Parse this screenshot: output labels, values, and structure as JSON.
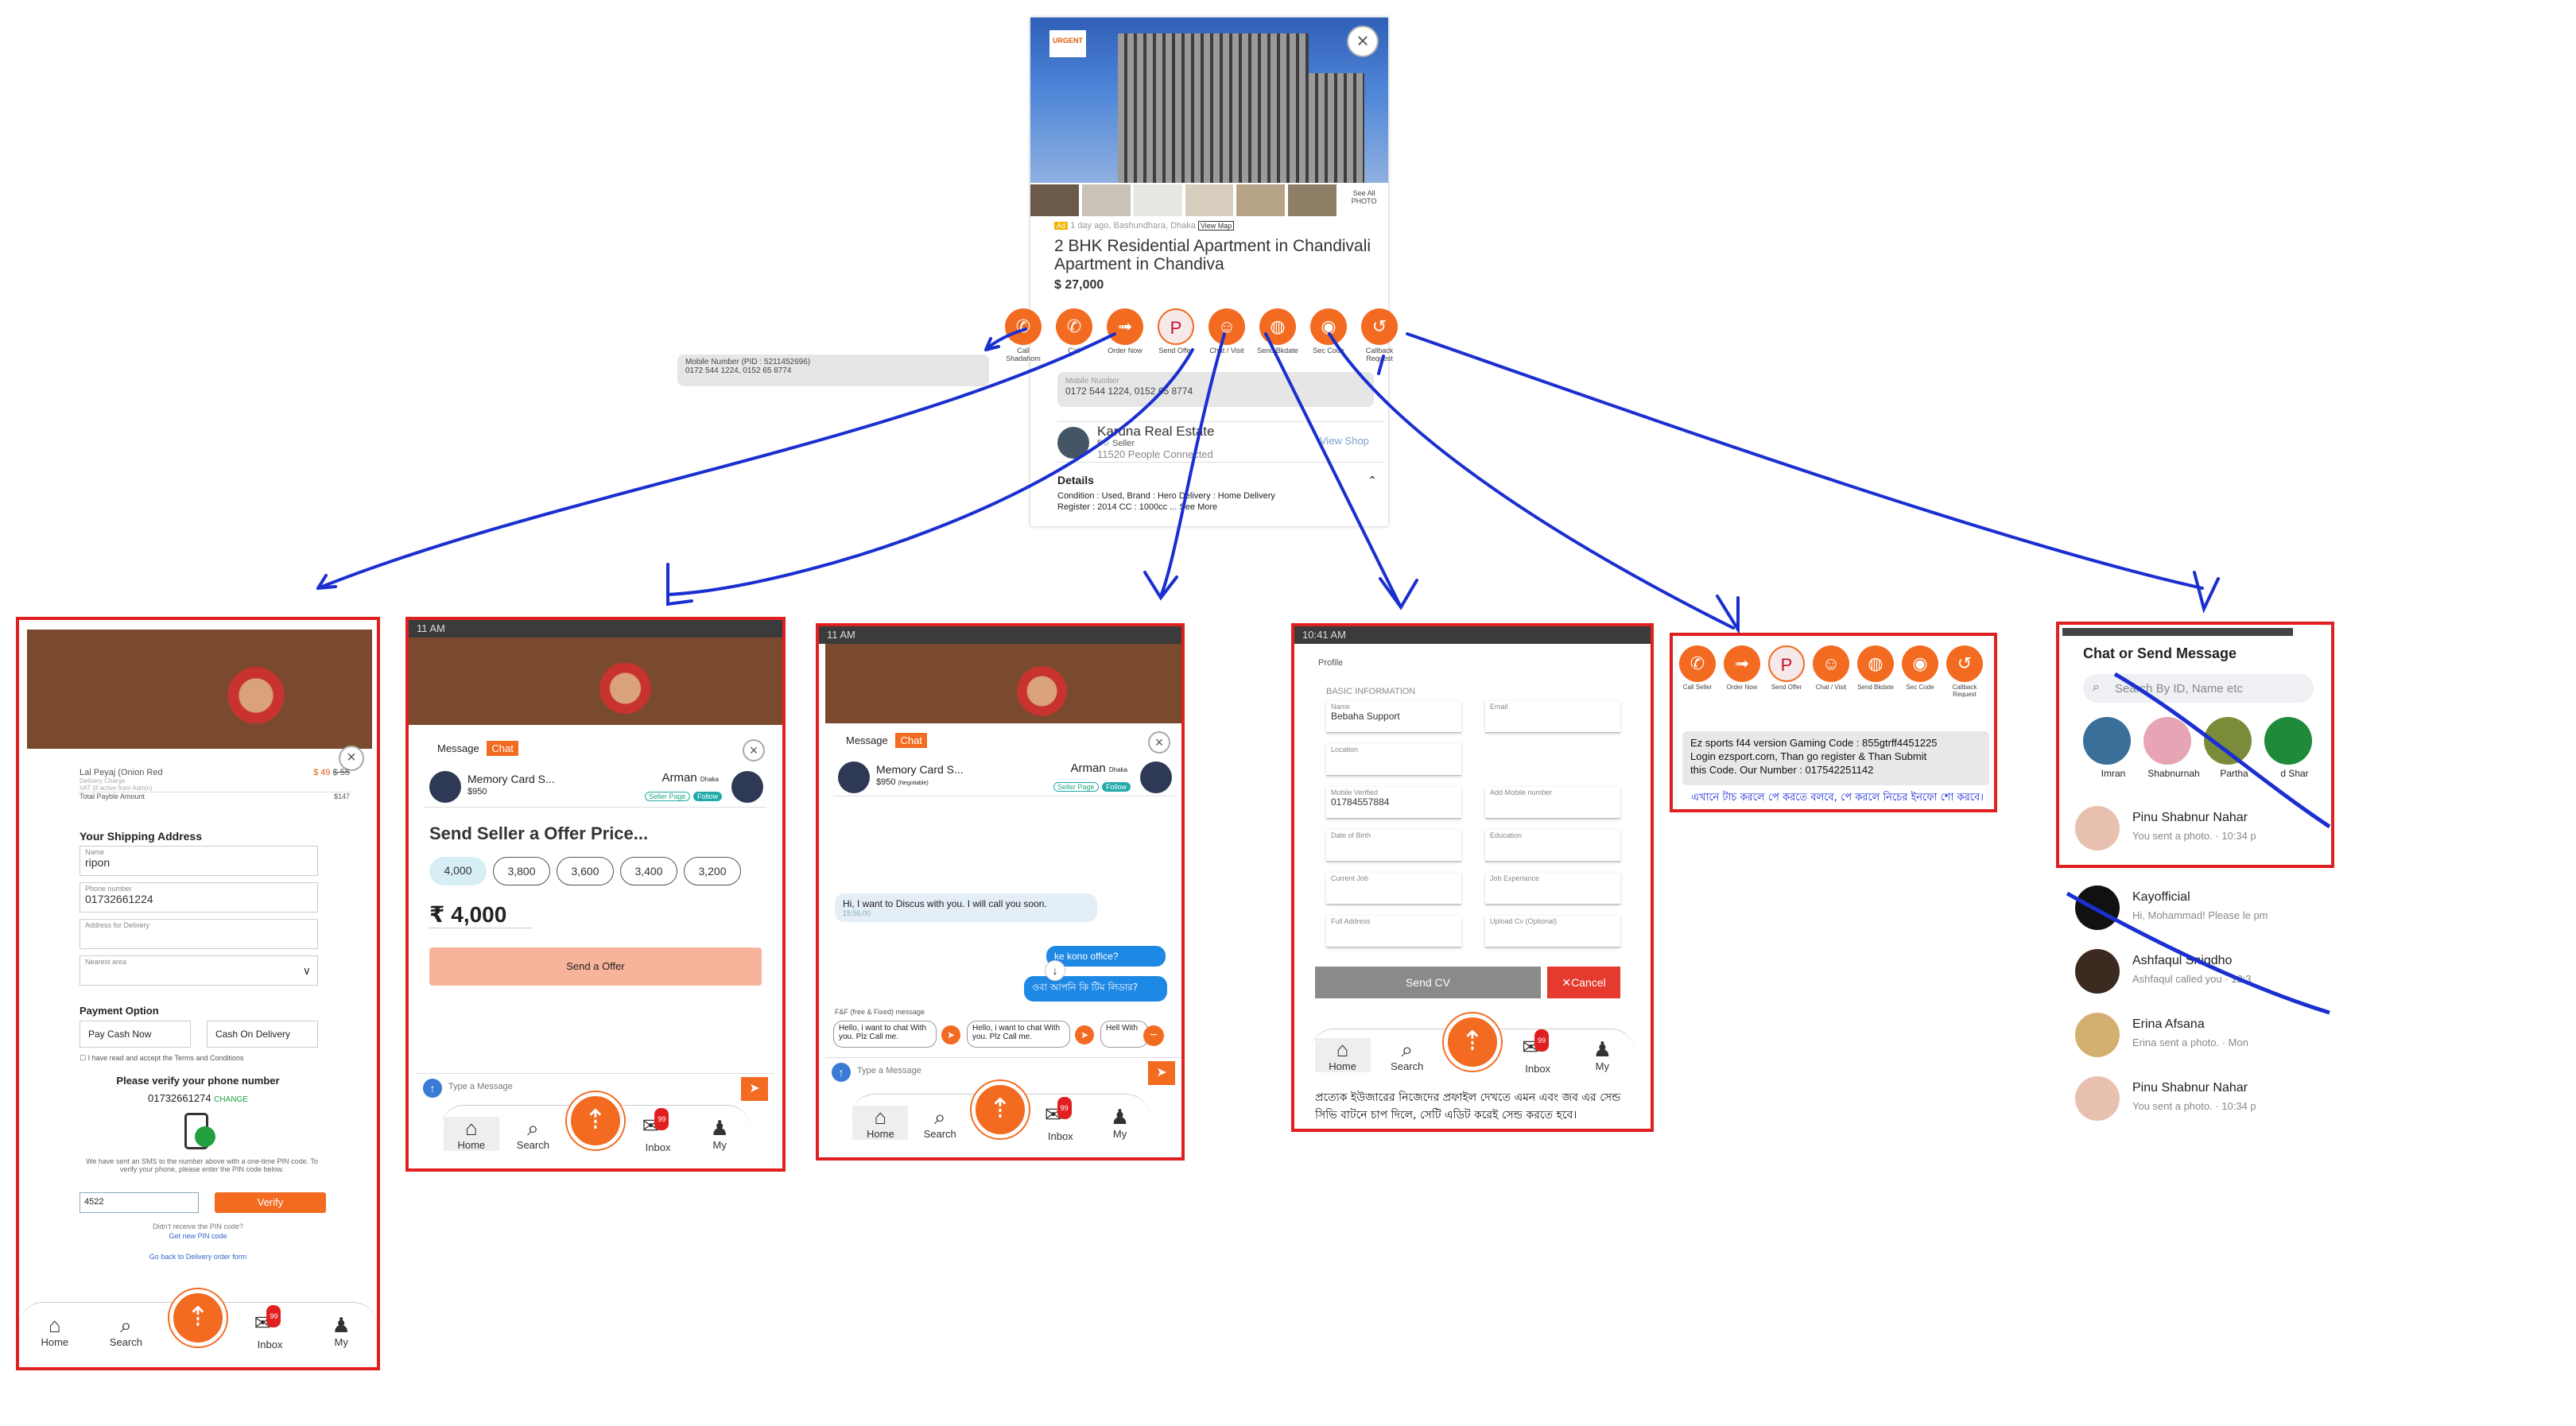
{
  "listing": {
    "urgent_badge": "URGENT",
    "see_all_photo": "See All PHOTO",
    "meta": "1 day ago, Bashundhara, Dhaka",
    "view_map": "View Map",
    "title": "2 BHK Residential Apartment in Chandivali Apartment in Chandiva",
    "price": "$ 27,000",
    "actions": [
      {
        "label": "Call Shadahom",
        "icon": "phone-icon"
      },
      {
        "label": "Call",
        "icon": "phone-icon"
      },
      {
        "label": "Order Now",
        "icon": "runner-icon"
      },
      {
        "label": "Send Offer",
        "icon": "pinterest-icon"
      },
      {
        "label": "Chat / Visit",
        "icon": "chat-icon"
      },
      {
        "label": "Send Bkdate",
        "icon": "globe-icon"
      },
      {
        "label": "Sec Code",
        "icon": "eye-icon"
      },
      {
        "label": "Callback Request",
        "icon": "callback-icon"
      }
    ],
    "mobile_label": "Mobile Number",
    "mobile_numbers": "0172 544 1224, 0152 65 8774",
    "seller_name": "Karuna Real Estate",
    "seller_rating": "5☆ Seller",
    "seller_connected": "11520 People Connected",
    "view_shop": "View Shop",
    "details_label": "Details",
    "details_line1": "Condition : Used,      Brand : Hero      Delivery : Home Delivery",
    "details_line2": "Register : 2014        CC : 1000cc     ... See More"
  },
  "mobile_popup": {
    "line1": "Mobile Number (PID : 5211452696)",
    "line2": "0172 544 1224, 0152 65 8774"
  },
  "panel1": {
    "item_name": "Lal Peyaj (Onion Red",
    "item_price_new": "$ 49",
    "item_price_old": "$ 55",
    "delivery_charge_label": "Delivery Charge",
    "vat_label": "VAT (if active from Admin)",
    "total_label": "Total Payble Amount",
    "total_value": "$147",
    "shipping_title": "Your Shipping Address",
    "name_label": "Name",
    "name_value": "ripon",
    "phone_label": "Phone number",
    "phone_value": "01732661224",
    "address_label": "Address for Delivery",
    "area_label": "Nearest area",
    "payment_title": "Payment Option",
    "pay_cash_now": "Pay Cash Now",
    "cash_on_delivery": "Cash On Delivery",
    "terms_text": "I have read and accept the Terms and Conditions",
    "verify_title": "Please verify your phone number",
    "verify_number": "01732661274",
    "change": "CHANGE",
    "sms_text": "We have sent an SMS to the number above with a one-time PIN code. To verify your phone, please enter the PIN code below.",
    "pin_value": "4522",
    "verify_btn": "Verify",
    "no_pin": "Didn't receive the PIN code?",
    "get_new_pin": "Get new PIN code",
    "go_back": "Go back to Delivery order form"
  },
  "nav": {
    "home": "Home",
    "search": "Search",
    "inbox": "Inbox",
    "my": "My",
    "badge": "99"
  },
  "panel2": {
    "status_time": "11 AM",
    "tab_message": "Message",
    "tab_chat": "Chat",
    "product_name": "Memory Card S...",
    "product_price": "$950",
    "seller_name": "Arman",
    "seller_city": "Dhaka",
    "seller_page": "Seller Page",
    "follow": "Follow",
    "offer_title": "Send Seller a Offer Price...",
    "offer_options": [
      "4,000",
      "3,800",
      "3,600",
      "3,400",
      "3,200"
    ],
    "offer_amount": "₹ 4,000",
    "send_offer": "Send a Offer",
    "type_message": "Type a Message"
  },
  "panel3": {
    "status_time": "11 AM",
    "tab_message": "Message",
    "tab_chat": "Chat",
    "product_name": "Memory Card S...",
    "product_price": "$950",
    "product_note": "(Negotiable)",
    "seller_name": "Arman",
    "seller_city": "Dhaka",
    "seller_page": "Seller Page",
    "follow": "Follow",
    "incoming": "Hi, I want to Discus with you. I will call you soon.",
    "incoming_time": "15:56:00",
    "outgoing1": "ke kono office?",
    "outgoing2": "ওবা আপনি কি টিম লিডার?",
    "quick_label": "F&F (free & Fixed) message",
    "quick_reply": "Hello, i want to chat With you. Plz Call me.",
    "quick_reply_short": "Hell With",
    "type_message": "Type a Message"
  },
  "panel4": {
    "status_time": "10:41 AM",
    "profile": "Profile",
    "basic_info": "BASIC INFORMATION",
    "name_label": "Name",
    "name_value": "Bebaha Support",
    "email_label": "Email",
    "location_label": "Location",
    "mobile_verified_label": "Mobile Verified",
    "mobile_verified_value": "01784557884",
    "add_mobile": "Add Mobile number",
    "dob_label": "Date of Birth",
    "education_label": "Education",
    "current_job": "Current Job",
    "job_experience": "Job Experiance",
    "full_address": "Full Address",
    "upload_cv": "Upload Cv (Optional)",
    "send_cv": "Send CV",
    "cancel": "Cancel",
    "caption": "প্রত্যেক ইউজারের নিজেদের প্রফাইল দেখতে এমন এবং জব এর সেন্ড সিভি বাটনে চাপ দিলে, সেটি এডিট করেই সেন্ড করতে হবে।"
  },
  "panel5": {
    "actions": [
      {
        "label": "Call Seller",
        "icon": "phone-icon"
      },
      {
        "label": "Order Now",
        "icon": "runner-icon"
      },
      {
        "label": "Send Offer",
        "icon": "pinterest-icon"
      },
      {
        "label": "Chat / Visit",
        "icon": "chat-icon"
      },
      {
        "label": "Send Bkdate",
        "icon": "globe-icon"
      },
      {
        "label": "Sec Code",
        "icon": "eye-icon"
      },
      {
        "label": "Callback Request",
        "icon": "callback-icon"
      }
    ],
    "code_line1": "Ez sports f44 version Gaming Code : 855gtrff4451225",
    "code_line2": "Login ezsport.com, Than go register & Than Submit",
    "code_line3": "this Code. Our Number : 017542251142",
    "caption": "এখানে টাচ করলে পে করতে বলবে, পে করলে নিচের ইনফো শো করবে।"
  },
  "panel6": {
    "title": "Chat or Send Message",
    "search_placeholder": "Search By ID, Name etc",
    "stories": [
      "Imran",
      "Shabnurnah",
      "Partha",
      "d Shar"
    ],
    "chats": [
      {
        "name": "Pinu Shabnur Nahar",
        "msg": "You sent a photo. · 10:34 p"
      },
      {
        "name": "Kayofficial",
        "msg": "Hi, Mohammad! Please le pm"
      },
      {
        "name": "Ashfaqul Snigdho",
        "msg": "Ashfaqul called you · 12:3"
      },
      {
        "name": "Erina Afsana",
        "msg": "Erina sent a photo. · Mon"
      },
      {
        "name": "Pinu Shabnur Nahar",
        "msg": "You sent a photo. · 10:34 p"
      }
    ]
  }
}
